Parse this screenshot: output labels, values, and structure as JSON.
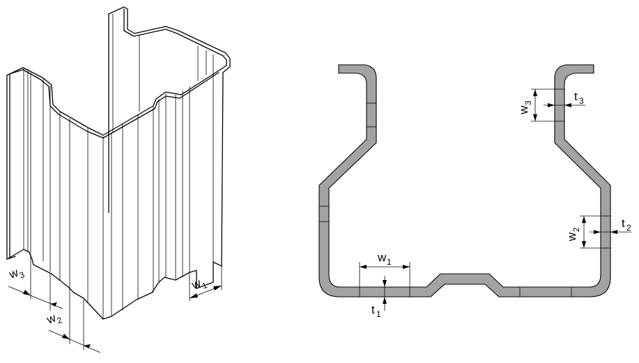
{
  "labels": {
    "w1_left": {
      "main": "w",
      "sub": "1"
    },
    "w2_left": {
      "main": "w",
      "sub": "2"
    },
    "w3_left": {
      "main": "w",
      "sub": "3"
    },
    "w1_right": {
      "main": "w",
      "sub": "1"
    },
    "t1_right": {
      "main": "t",
      "sub": "1"
    },
    "w2_right": {
      "main": "w",
      "sub": "2"
    },
    "t2_right": {
      "main": "t",
      "sub": "2"
    },
    "w3_right": {
      "main": "w",
      "sub": "3"
    },
    "t3_right": {
      "main": "t",
      "sub": "3"
    }
  },
  "colors": {
    "profile_fill": "#a3a3a3",
    "line": "#000000",
    "background": "#ffffff"
  }
}
